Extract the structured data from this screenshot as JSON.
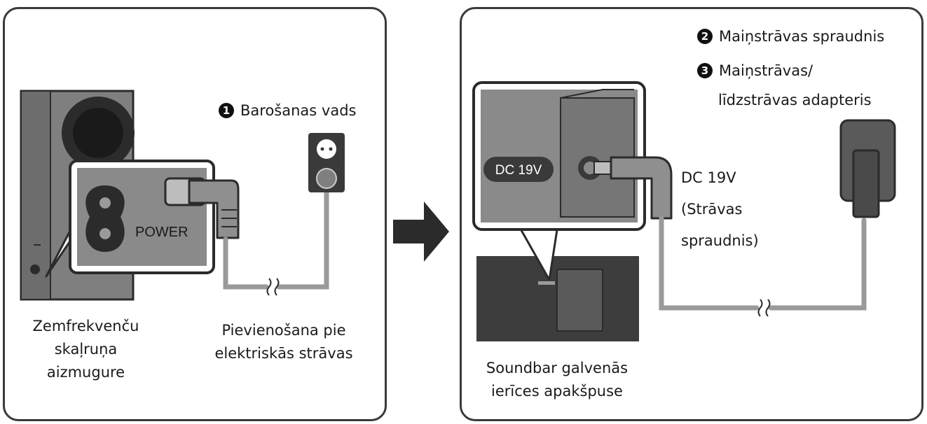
{
  "left_panel": {
    "callout_1": {
      "number": "1",
      "text": "Barošanas vads"
    },
    "power_label": "POWER",
    "caption_subwoofer": [
      "Zemfrekvenču",
      "skaļruņa",
      "aizmugure"
    ],
    "caption_outlet": [
      "Pievienošana pie",
      "elektriskās strāvas"
    ]
  },
  "right_panel": {
    "callout_2": {
      "number": "2",
      "text": "Maiņstrāvas spraudnis"
    },
    "callout_3": {
      "number": "3",
      "text": [
        "Maiņstrāvas/",
        "līdzstrāvas adapteris"
      ]
    },
    "dc_badge": "DC 19V",
    "dc_label": [
      "DC 19V",
      "(Strāvas",
      "spraudnis)"
    ],
    "caption_soundbar": [
      "Soundbar galvenās",
      "ierīces apakšpuse"
    ]
  },
  "arrow": {
    "direction": "right"
  },
  "colors": {
    "outline": "#3a3a3a",
    "device": "#8a8a8a",
    "cable": "#9a9a9a",
    "dark": "#2b2b2b"
  }
}
